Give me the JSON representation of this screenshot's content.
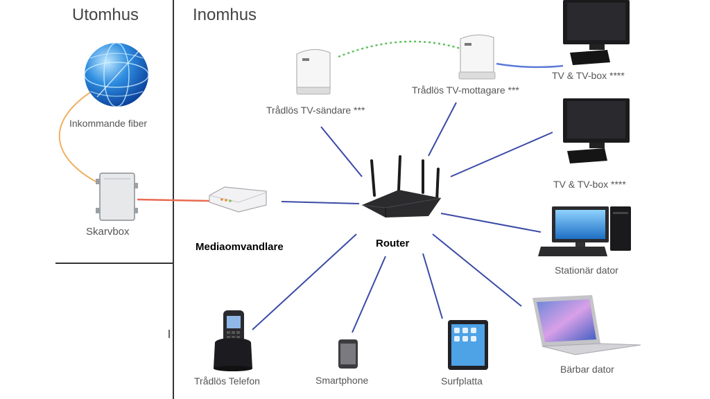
{
  "sections": {
    "outdoor": "Utomhus",
    "indoor": "Inomhus"
  },
  "nodes": {
    "fiber": "Inkommande fiber",
    "splice_box": "Skarvbox",
    "media_converter": "Mediaomvandlare",
    "router": "Router",
    "tv_sender": "Trådlös TV-sändare ***",
    "tv_receiver": "Trådlös TV-mottagare ***",
    "tv1": "TV & TV-box ****",
    "tv2": "TV & TV-box ****",
    "desktop": "Stationär dator",
    "laptop": "Bärbar dator",
    "tablet": "Surfplatta",
    "smartphone": "Smartphone",
    "phone": "Trådlös Telefon"
  },
  "colors": {
    "lan_link": "#3a4aa6",
    "fiber_link": "#f0b060",
    "converter_link": "#e86a50",
    "wireless_link": "#5cc05c",
    "tv_link": "#5a7ad8",
    "divider": "#333333"
  }
}
